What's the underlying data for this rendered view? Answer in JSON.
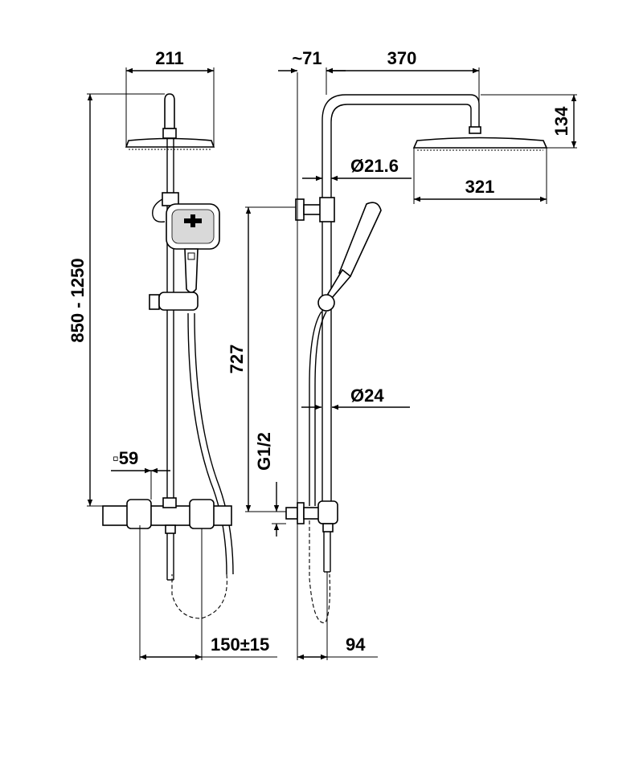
{
  "dimensions": {
    "head_width": "211",
    "wall_offset": "~71",
    "arm_length": "370",
    "head_height": "134",
    "arm_pipe_diameter": "Ø21.6",
    "head_diameter": "321",
    "riser_height_range": "850 - 1250",
    "holder_height": "727",
    "riser_diameter": "Ø24",
    "mixer_depth": "▫59",
    "inlet_thread": "G1/2",
    "inlet_spacing": "150±15",
    "mixer_projection": "94"
  }
}
